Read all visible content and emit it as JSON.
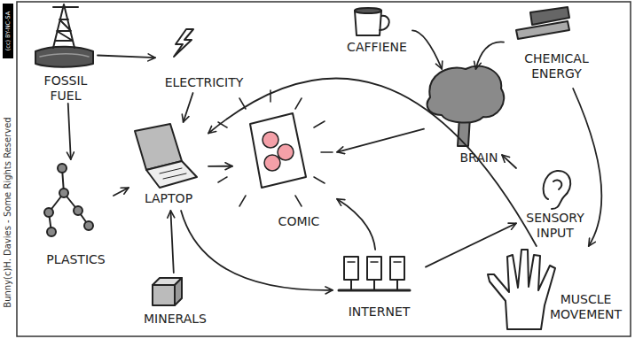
{
  "diagram": {
    "nodes": [
      {
        "text": [
          "FOSSIL FUEL"
        ]
      },
      {
        "text": [
          "ELECTRICITY"
        ]
      },
      {
        "text": [
          "CAFFIENE"
        ]
      },
      {
        "text": [
          "CHEMICAL ENERGY"
        ]
      },
      {
        "text": [
          "BRAIN"
        ]
      },
      {
        "text": [
          "LAPTOP"
        ]
      },
      {
        "text": [
          "COMIC"
        ]
      },
      {
        "text": [
          "SENSORY INPUT"
        ]
      },
      {
        "text": [
          "PLASTICS"
        ]
      },
      {
        "text": [
          "MINERALS"
        ]
      },
      {
        "text": [
          "INTERNET"
        ]
      },
      {
        "text": [
          "MUSCLE MOVEMENT"
        ]
      }
    ],
    "edges": [
      {
        "from": 0,
        "to": 1,
        "arrow": "to"
      },
      {
        "from": 0,
        "to": 8,
        "arrow": "to"
      },
      {
        "from": 1,
        "to": 5,
        "arrow": "to"
      },
      {
        "from": 8,
        "to": 5,
        "arrow": "to"
      },
      {
        "from": 9,
        "to": 5,
        "arrow": "to"
      },
      {
        "from": 5,
        "to": 6,
        "arrow": "to"
      },
      {
        "from": 5,
        "to": 10,
        "arrow": "to"
      },
      {
        "from": 10,
        "to": 6,
        "arrow": "to"
      },
      {
        "from": 10,
        "to": 7,
        "arrow": "to"
      },
      {
        "from": 2,
        "to": 4,
        "arrow": "to"
      },
      {
        "from": 3,
        "to": 4,
        "arrow": "to"
      },
      {
        "from": 3,
        "to": 11,
        "arrow": "to"
      },
      {
        "from": 4,
        "to": 6,
        "arrow": "to"
      },
      {
        "from": 7,
        "to": 4,
        "arrow": "to"
      },
      {
        "from": 11,
        "to": 5,
        "arrow": "to"
      }
    ],
    "labels": [
      "(cc) BY-NC-SA",
      "Bunny(c)H. Davies - Some Rights Reserved"
    ]
  }
}
